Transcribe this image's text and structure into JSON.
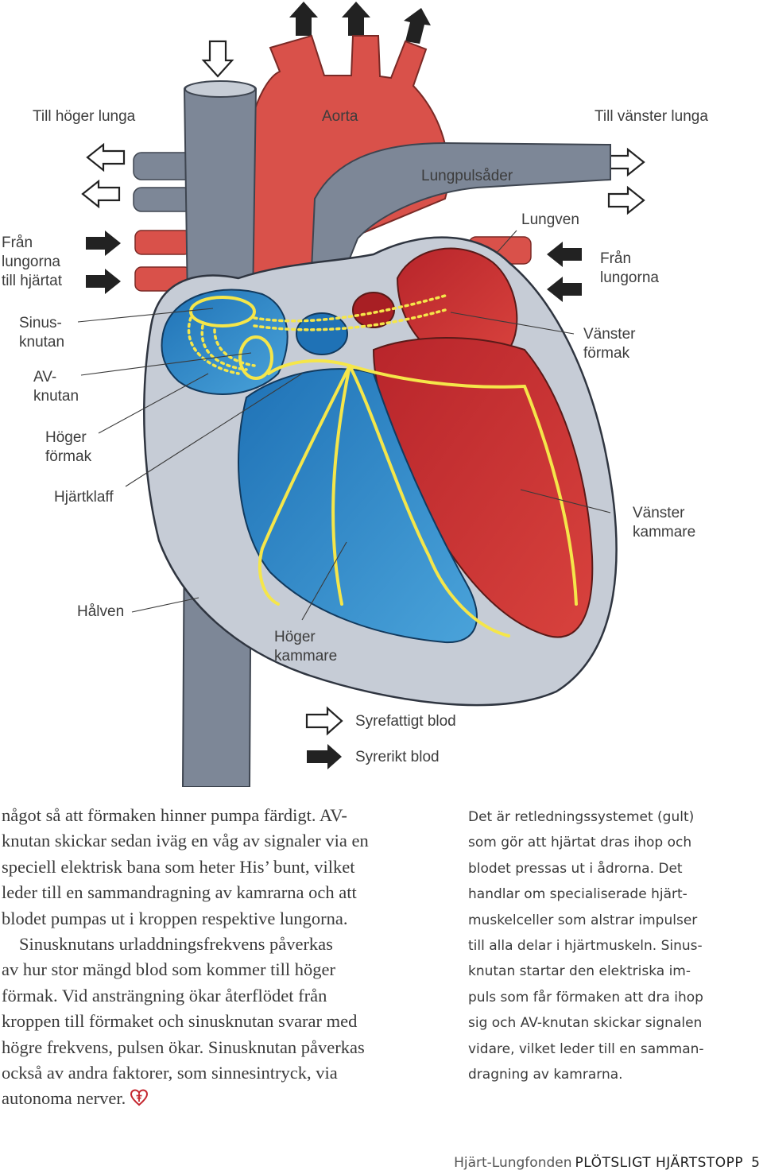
{
  "diagram": {
    "labels": {
      "right_lung": "Till höger lunga",
      "aorta": "Aorta",
      "left_lung": "Till vänster lunga",
      "pulmonary_artery": "Lungpulsåder",
      "pulmonary_vein": "Lungven",
      "from_lungs_left_line1": "Från",
      "from_lungs_left_line2": "lungorna",
      "from_lungs_left_line3": "till hjärtat",
      "from_lungs_right_line1": "Från",
      "from_lungs_right_line2": "lungorna",
      "sinus_node_line1": "Sinus-",
      "sinus_node_line2": "knutan",
      "av_node_line1": "AV-",
      "av_node_line2": "knutan",
      "left_atrium_line1": "Vänster",
      "left_atrium_line2": "förmak",
      "right_atrium_line1": "Höger",
      "right_atrium_line2": "förmak",
      "heart_valve": "Hjärtklaff",
      "left_ventricle_line1": "Vänster",
      "left_ventricle_line2": "kammare",
      "vena_cava": "Hålven",
      "right_ventricle_line1": "Höger",
      "right_ventricle_line2": "kammare"
    },
    "legend": {
      "deoxygenated": "Syrefattigt blod",
      "oxygenated": "Syrerikt blod"
    },
    "colors": {
      "oxygen_rich": "#d03a36",
      "oxygen_poor": "#2e8ac6",
      "vessel_gray": "#7d8797",
      "conduction": "#f5e64a"
    }
  },
  "body_text": {
    "left_column": {
      "p1_l1": "något så att förmaken hinner pumpa färdigt. AV-",
      "p1_l2": "knutan skickar sedan iväg en våg av signaler via en",
      "p1_l3": "speciell elektrisk bana som heter His’ bunt, vilket",
      "p1_l4": "leder till en sammandragning av kamrarna och att",
      "p1_l5": "blodet pumpas ut i kroppen respektive lungorna.",
      "p2_l1": "Sinusknutans urladdningsfrekvens påverkas",
      "p2_l2": "av hur stor mängd blod som kommer till höger",
      "p2_l3": "förmak. Vid ansträngning ökar återflödet från",
      "p2_l4": "kroppen till förmaket och sinusknutan svarar med",
      "p2_l5": "högre frekvens, pulsen ökar. Sinusknutan påverkas",
      "p2_l6": "också av andra faktorer, som sinnesintryck, via",
      "p2_l7": "autonoma nerver."
    },
    "right_column": {
      "l1": "Det är retledningssystemet (gult)",
      "l2": "som gör att hjärtat dras ihop och",
      "l3": "blodet pressas ut i ådrorna. Det",
      "l4": "handlar om specialiserade hjärt-",
      "l5": "muskelceller som alstrar impulser",
      "l6": "till alla delar i hjärtmuskeln. Sinus-",
      "l7": "knutan startar den elektriska im-",
      "l8": "puls som får förmaken att dra ihop",
      "l9": "sig och AV-knutan skickar signalen",
      "l10": "vidare, vilket leder till en samman-",
      "l11": "dragning av kamrarna."
    }
  },
  "footer": {
    "brand": "Hjärt-Lungfonden",
    "publication": "PLÖTSLIGT HJÄRTSTOPP",
    "page_number": "5"
  }
}
